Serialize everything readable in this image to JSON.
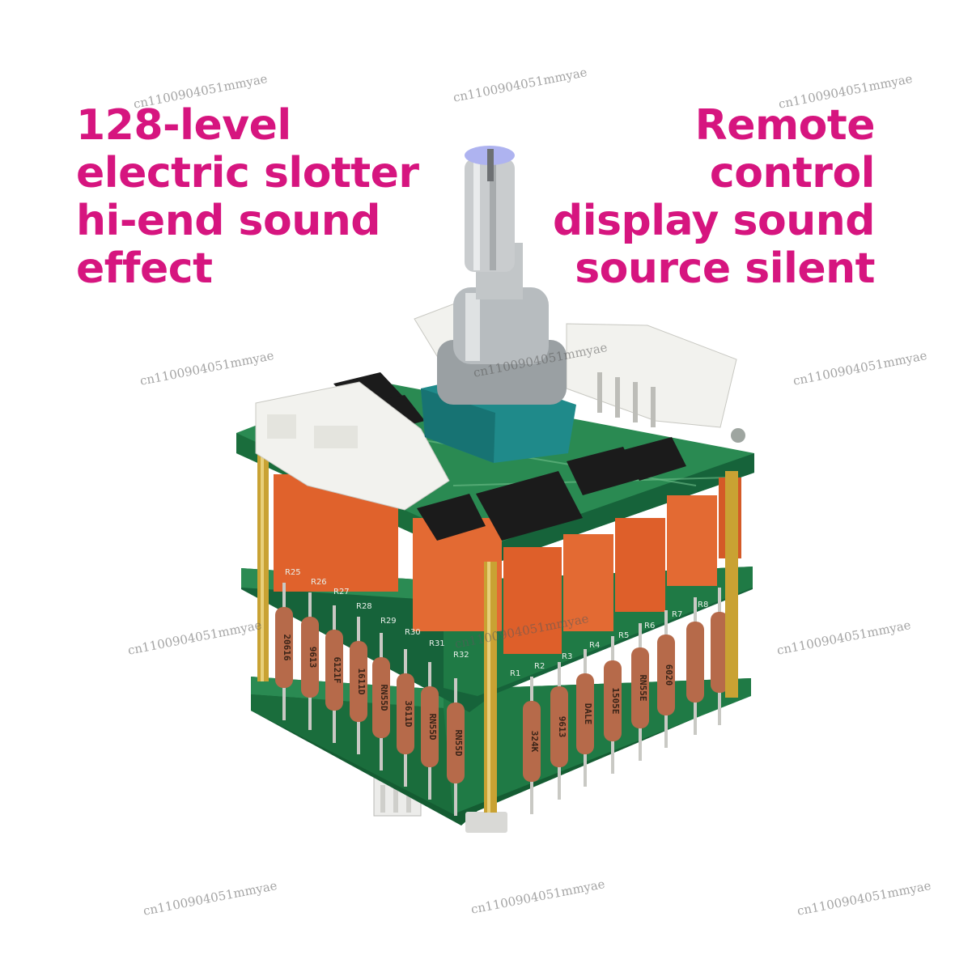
{
  "headline_left": [
    "128-level",
    "electric slotter",
    "hi-end sound",
    "effect"
  ],
  "headline_right": [
    "Remote",
    "control",
    "display sound",
    "source silent"
  ],
  "colors": {
    "headline": "#d6157f",
    "pcb": "#1f7a45",
    "relay": "#e0622c",
    "resistor": "#b66a4a",
    "brass": "#c9a233",
    "connector": "#f2f2ee",
    "chip": "#1b1b1b"
  },
  "resistor_codes": [
    "20616",
    "9613",
    "6121F",
    "1611D",
    "RN55D",
    "3611D",
    "RN55D",
    "RN55D",
    "324K",
    "9613",
    "DALE",
    "1505E",
    "RN55E",
    "6020"
  ],
  "board_labels": [
    "R1",
    "R2",
    "R3",
    "R4",
    "R5",
    "R6",
    "R7",
    "R8",
    "R25",
    "R26",
    "R27",
    "R28",
    "R29",
    "R30",
    "R31",
    "R32"
  ],
  "watermark": "cn1100904051mmyae"
}
